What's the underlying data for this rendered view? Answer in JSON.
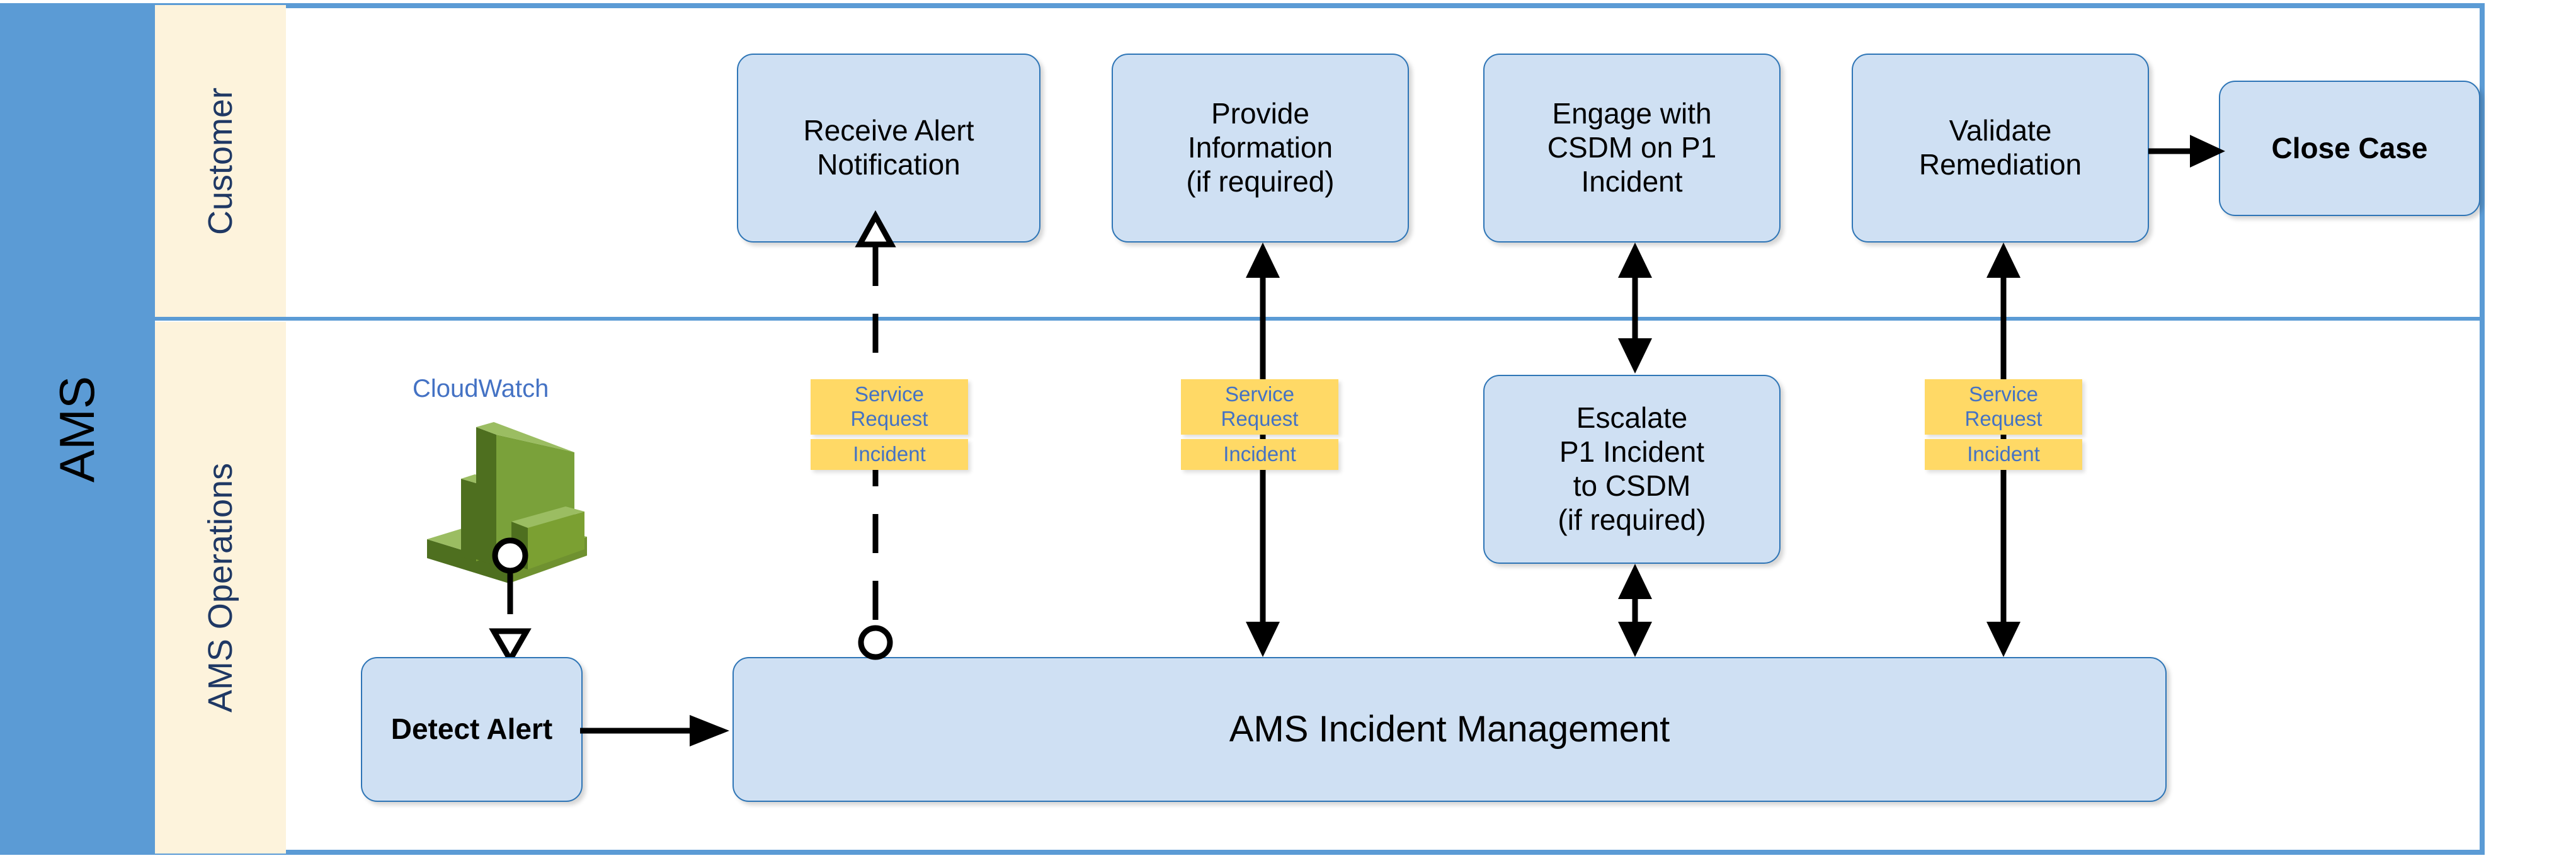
{
  "pool": {
    "label": "AMS",
    "color": "#5b9bd5"
  },
  "lanes": [
    {
      "name": "customer",
      "label": "Customer",
      "header_color": "#fdf3dc",
      "text_color": "#1f3864"
    },
    {
      "name": "ams-operations",
      "label": "AMS Operations",
      "header_color": "#fdf3dc",
      "text_color": "#1f3864"
    }
  ],
  "nodes": {
    "receive_alert": "Receive Alert\nNotification",
    "provide_information": "Provide\nInformation\n(if required)",
    "engage_csdm": "Engage with\nCSDM on P1\nIncident",
    "validate_remediation": "Validate\nRemediation",
    "close_case": "Close Case",
    "escalate_p1": "Escalate\nP1 Incident\nto CSDM\n(if required)",
    "detect_alert": "Detect Alert",
    "ams_incident_management": "AMS Incident Management"
  },
  "source": {
    "cloudwatch_label": "CloudWatch",
    "cloudwatch_icon": "aws-cloudwatch-icon",
    "label_color": "#4472c4"
  },
  "message_tags": [
    {
      "id": "tags-receive-alert",
      "service_request": "Service Request",
      "incident": "Incident"
    },
    {
      "id": "tags-provide-information",
      "service_request": "Service Request",
      "incident": "Incident"
    },
    {
      "id": "tags-validate-remediation",
      "service_request": "Service Request",
      "incident": "Incident"
    }
  ],
  "tag_style": {
    "fill": "#ffd966",
    "text_color": "#4472c4"
  },
  "connectors": [
    {
      "id": "cloudwatch-to-detect-alert",
      "style": "solid-line-circle-hollow-triangle",
      "direction": "down"
    },
    {
      "id": "detect-alert-to-incident-mgmt",
      "style": "solid",
      "direction": "right"
    },
    {
      "id": "incident-mgmt-to-receive-alert",
      "style": "dashed",
      "direction": "up-hollow-triangle"
    },
    {
      "id": "incident-mgmt-to-provide-info",
      "style": "solid",
      "direction": "both"
    },
    {
      "id": "incident-mgmt-to-escalate-p1",
      "style": "solid",
      "direction": "both"
    },
    {
      "id": "escalate-p1-to-engage-csdm",
      "style": "solid",
      "direction": "both"
    },
    {
      "id": "incident-mgmt-to-validate-remed",
      "style": "solid",
      "direction": "both"
    },
    {
      "id": "validate-remed-to-close-case",
      "style": "solid",
      "direction": "right"
    }
  ],
  "palette": {
    "box_fill": "#cfe0f3",
    "box_border": "#2e75b6",
    "band_blue": "#5b9bd5",
    "lane_cream": "#fdf3dc",
    "tag_yellow": "#ffd966",
    "accent_text": "#4472c4",
    "lane_text": "#1f3864",
    "cloudwatch_green": "#759c3e"
  }
}
